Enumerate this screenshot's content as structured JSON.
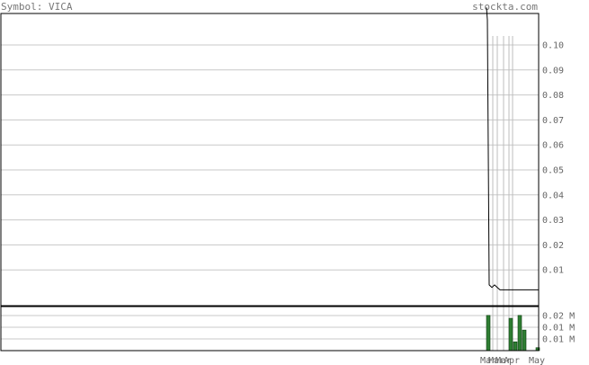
{
  "header": {
    "symbol_label": "Symbol: VICA",
    "site_label": "stockta.com"
  },
  "colors": {
    "background": "#ffffff",
    "grid": "#c8c8c8",
    "vline": "#bdbdbd",
    "frame": "#000000",
    "price_line": "#000000",
    "volume_bar": "#2e7d32",
    "volume_bar_border": "#0d3d10",
    "text": "#666666"
  },
  "chart_data": [
    {
      "type": "line",
      "name": "price",
      "y_ticks": [
        "0.10",
        "0.09",
        "0.08",
        "0.07",
        "0.06",
        "0.05",
        "0.04",
        "0.03",
        "0.02",
        "0.01"
      ],
      "ylim": [
        0,
        0.11
      ],
      "x_labels": [
        "Mar",
        "Mar",
        "Mar",
        "Apr",
        "May"
      ],
      "series": [
        {
          "x": [
            0,
            1,
            2,
            3,
            4,
            5,
            6,
            7,
            8,
            9,
            10
          ],
          "y": [
            0.115,
            0.11,
            0.004,
            0.003,
            0.004,
            0.003,
            0.002,
            0.002,
            0.002,
            0.002,
            0.002
          ]
        }
      ],
      "grid": true
    },
    {
      "type": "bar",
      "name": "volume",
      "y_ticks": [
        "0.02 M",
        "0.01 M",
        "0.01 M"
      ],
      "categories": [
        "1",
        "2",
        "3",
        "4",
        "5",
        "6",
        "7",
        "8",
        "9",
        "10"
      ],
      "values": [
        0.024,
        0,
        0,
        0,
        0.022,
        0.006,
        0.024,
        0.014,
        0,
        0.002
      ],
      "ylim": [
        0,
        0.03
      ],
      "grid": true
    }
  ]
}
